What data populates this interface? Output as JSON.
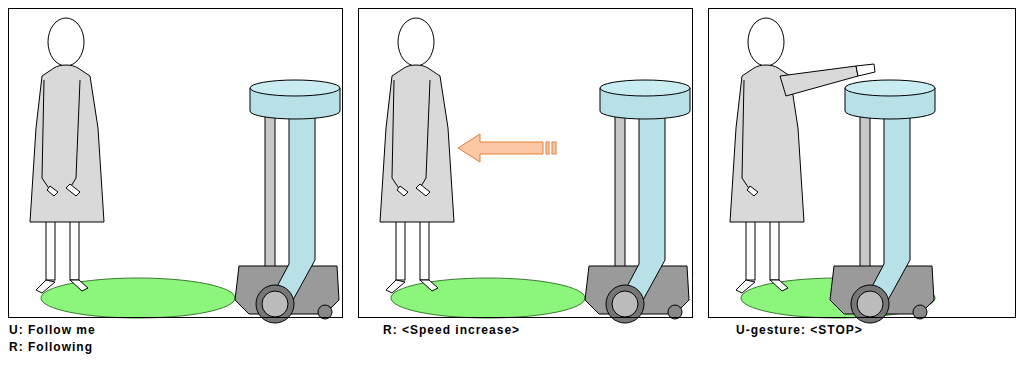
{
  "diagram": {
    "nodes": [
      {
        "text": [
          "U: Follow me",
          "R: Following"
        ]
      },
      {
        "text": [
          "R: <Speed increase>"
        ]
      },
      {
        "text": [
          "U-gesture: <STOP>"
        ]
      }
    ]
  }
}
